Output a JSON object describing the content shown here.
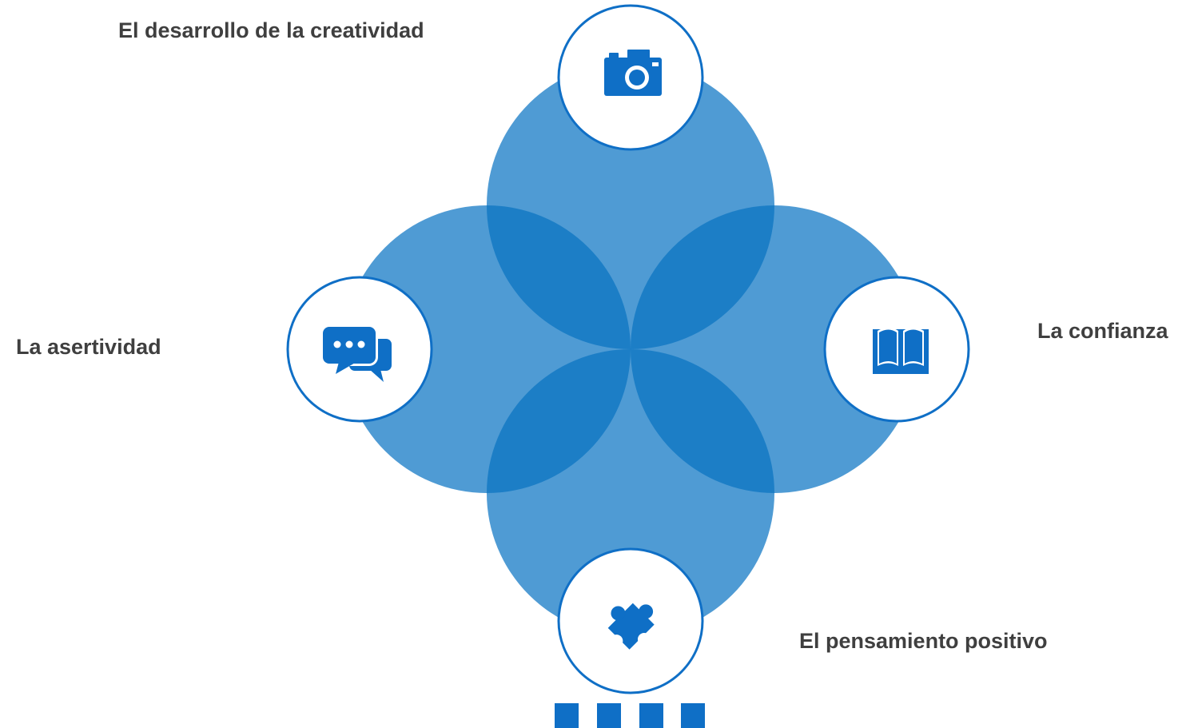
{
  "colors": {
    "petal": "#4f9bd4",
    "overlap": "#1c7ec6",
    "accent": "#0f6fc6",
    "label": "#3f3f3f",
    "badge_fill": "#ffffff"
  },
  "items": [
    {
      "label": "El desarrollo de la creatividad",
      "icon": "camera-icon"
    },
    {
      "label": "La asertividad",
      "icon": "chat-bubbles-icon"
    },
    {
      "label": "La confianza",
      "icon": "open-book-icon"
    },
    {
      "label": "El pensamiento positivo",
      "icon": "puzzle-piece-icon"
    }
  ],
  "pager": {
    "count": 4
  }
}
